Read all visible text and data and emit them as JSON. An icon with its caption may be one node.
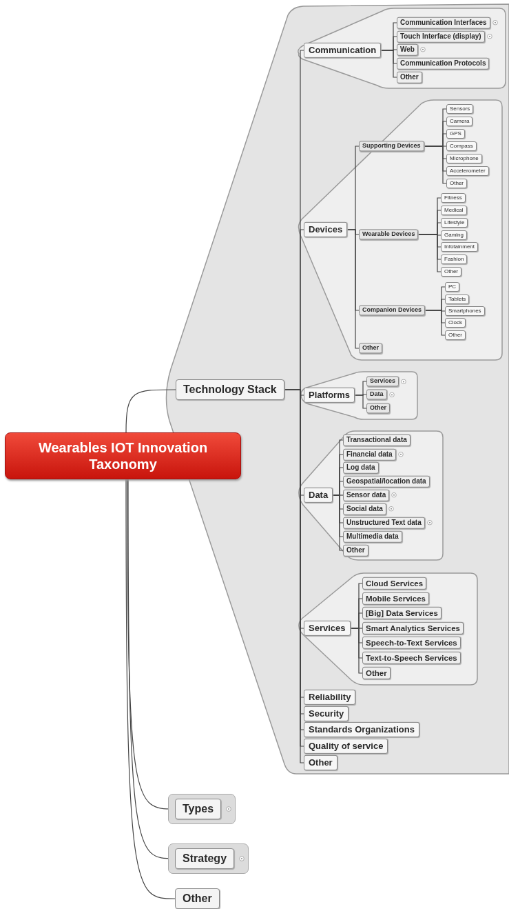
{
  "diagram": {
    "nodes": [
      {
        "text": [
          "Wearables IOT Innovation Taxonomy"
        ]
      },
      {
        "text": [
          "Technology Stack"
        ]
      },
      {
        "text": [
          "Communication"
        ]
      },
      {
        "text": [
          "Communication Interfaces"
        ]
      },
      {
        "text": [
          "Touch Interface (display)"
        ]
      },
      {
        "text": [
          "Web"
        ]
      },
      {
        "text": [
          "Communication Protocols"
        ]
      },
      {
        "text": [
          "Other"
        ]
      },
      {
        "text": [
          "Devices"
        ]
      },
      {
        "text": [
          "Supporting Devices"
        ]
      },
      {
        "text": [
          "Sensors"
        ]
      },
      {
        "text": [
          "Camera"
        ]
      },
      {
        "text": [
          "GPS"
        ]
      },
      {
        "text": [
          "Compass"
        ]
      },
      {
        "text": [
          "Microphone"
        ]
      },
      {
        "text": [
          "Accelerometer"
        ]
      },
      {
        "text": [
          "Other"
        ]
      },
      {
        "text": [
          "Wearable Devices"
        ]
      },
      {
        "text": [
          "Fitness"
        ]
      },
      {
        "text": [
          "Medical"
        ]
      },
      {
        "text": [
          "Lifestyle"
        ]
      },
      {
        "text": [
          "Gaming"
        ]
      },
      {
        "text": [
          "Infotainment"
        ]
      },
      {
        "text": [
          "Fashion"
        ]
      },
      {
        "text": [
          "Other"
        ]
      },
      {
        "text": [
          "Companion Devices"
        ]
      },
      {
        "text": [
          "PC"
        ]
      },
      {
        "text": [
          "Tablets"
        ]
      },
      {
        "text": [
          "Smartphones"
        ]
      },
      {
        "text": [
          "Clock"
        ]
      },
      {
        "text": [
          "Other"
        ]
      },
      {
        "text": [
          "Other"
        ]
      },
      {
        "text": [
          "Platforms"
        ]
      },
      {
        "text": [
          "Services"
        ]
      },
      {
        "text": [
          "Data"
        ]
      },
      {
        "text": [
          "Other"
        ]
      },
      {
        "text": [
          "Data"
        ]
      },
      {
        "text": [
          "Transactional data"
        ]
      },
      {
        "text": [
          "Financial data"
        ]
      },
      {
        "text": [
          "Log data"
        ]
      },
      {
        "text": [
          "Geospatial/location data"
        ]
      },
      {
        "text": [
          "Sensor data"
        ]
      },
      {
        "text": [
          "Social data"
        ]
      },
      {
        "text": [
          "Unstructured Text data"
        ]
      },
      {
        "text": [
          "Multimedia data"
        ]
      },
      {
        "text": [
          "Other"
        ]
      },
      {
        "text": [
          "Services"
        ]
      },
      {
        "text": [
          "Cloud Services"
        ]
      },
      {
        "text": [
          "Mobile Services"
        ]
      },
      {
        "text": [
          "[Big] Data Services"
        ]
      },
      {
        "text": [
          "Smart Analytics Services"
        ]
      },
      {
        "text": [
          "Speech-to-Text Services"
        ]
      },
      {
        "text": [
          "Text-to-Speech Services"
        ]
      },
      {
        "text": [
          "Other"
        ]
      },
      {
        "text": [
          "Reliability"
        ]
      },
      {
        "text": [
          "Security"
        ]
      },
      {
        "text": [
          "Standards Organizations"
        ]
      },
      {
        "text": [
          "Quality of service"
        ]
      },
      {
        "text": [
          "Other"
        ]
      },
      {
        "text": [
          "Types"
        ]
      },
      {
        "text": [
          "Strategy"
        ]
      },
      {
        "text": [
          "Other"
        ]
      }
    ],
    "edges": [
      {
        "from": 0,
        "to": 1,
        "arrow": "none"
      },
      {
        "from": 1,
        "to": 2,
        "arrow": "none"
      },
      {
        "from": 2,
        "to": 3,
        "arrow": "none"
      },
      {
        "from": 2,
        "to": 4,
        "arrow": "none"
      },
      {
        "from": 2,
        "to": 5,
        "arrow": "none"
      },
      {
        "from": 2,
        "to": 6,
        "arrow": "none"
      },
      {
        "from": 2,
        "to": 7,
        "arrow": "none"
      },
      {
        "from": 1,
        "to": 8,
        "arrow": "none"
      },
      {
        "from": 8,
        "to": 9,
        "arrow": "none"
      },
      {
        "from": 9,
        "to": 10,
        "arrow": "none"
      },
      {
        "from": 9,
        "to": 11,
        "arrow": "none"
      },
      {
        "from": 9,
        "to": 12,
        "arrow": "none"
      },
      {
        "from": 9,
        "to": 13,
        "arrow": "none"
      },
      {
        "from": 9,
        "to": 14,
        "arrow": "none"
      },
      {
        "from": 9,
        "to": 15,
        "arrow": "none"
      },
      {
        "from": 9,
        "to": 16,
        "arrow": "none"
      },
      {
        "from": 8,
        "to": 17,
        "arrow": "none"
      },
      {
        "from": 17,
        "to": 18,
        "arrow": "none"
      },
      {
        "from": 17,
        "to": 19,
        "arrow": "none"
      },
      {
        "from": 17,
        "to": 20,
        "arrow": "none"
      },
      {
        "from": 17,
        "to": 21,
        "arrow": "none"
      },
      {
        "from": 17,
        "to": 22,
        "arrow": "none"
      },
      {
        "from": 17,
        "to": 23,
        "arrow": "none"
      },
      {
        "from": 17,
        "to": 24,
        "arrow": "none"
      },
      {
        "from": 8,
        "to": 25,
        "arrow": "none"
      },
      {
        "from": 25,
        "to": 26,
        "arrow": "none"
      },
      {
        "from": 25,
        "to": 27,
        "arrow": "none"
      },
      {
        "from": 25,
        "to": 28,
        "arrow": "none"
      },
      {
        "from": 25,
        "to": 29,
        "arrow": "none"
      },
      {
        "from": 25,
        "to": 30,
        "arrow": "none"
      },
      {
        "from": 8,
        "to": 31,
        "arrow": "none"
      },
      {
        "from": 1,
        "to": 32,
        "arrow": "none"
      },
      {
        "from": 32,
        "to": 33,
        "arrow": "none"
      },
      {
        "from": 32,
        "to": 34,
        "arrow": "none"
      },
      {
        "from": 32,
        "to": 35,
        "arrow": "none"
      },
      {
        "from": 1,
        "to": 36,
        "arrow": "none"
      },
      {
        "from": 36,
        "to": 37,
        "arrow": "none"
      },
      {
        "from": 36,
        "to": 38,
        "arrow": "none"
      },
      {
        "from": 36,
        "to": 39,
        "arrow": "none"
      },
      {
        "from": 36,
        "to": 40,
        "arrow": "none"
      },
      {
        "from": 36,
        "to": 41,
        "arrow": "none"
      },
      {
        "from": 36,
        "to": 42,
        "arrow": "none"
      },
      {
        "from": 36,
        "to": 43,
        "arrow": "none"
      },
      {
        "from": 36,
        "to": 44,
        "arrow": "none"
      },
      {
        "from": 36,
        "to": 45,
        "arrow": "none"
      },
      {
        "from": 1,
        "to": 46,
        "arrow": "none"
      },
      {
        "from": 46,
        "to": 47,
        "arrow": "none"
      },
      {
        "from": 46,
        "to": 48,
        "arrow": "none"
      },
      {
        "from": 46,
        "to": 49,
        "arrow": "none"
      },
      {
        "from": 46,
        "to": 50,
        "arrow": "none"
      },
      {
        "from": 46,
        "to": 51,
        "arrow": "none"
      },
      {
        "from": 46,
        "to": 52,
        "arrow": "none"
      },
      {
        "from": 46,
        "to": 53,
        "arrow": "none"
      },
      {
        "from": 1,
        "to": 54,
        "arrow": "none"
      },
      {
        "from": 1,
        "to": 55,
        "arrow": "none"
      },
      {
        "from": 1,
        "to": 56,
        "arrow": "none"
      },
      {
        "from": 1,
        "to": 57,
        "arrow": "none"
      },
      {
        "from": 1,
        "to": 58,
        "arrow": "none"
      },
      {
        "from": 0,
        "to": 59,
        "arrow": "none"
      },
      {
        "from": 0,
        "to": 60,
        "arrow": "none"
      },
      {
        "from": 0,
        "to": 61,
        "arrow": "none"
      }
    ]
  }
}
